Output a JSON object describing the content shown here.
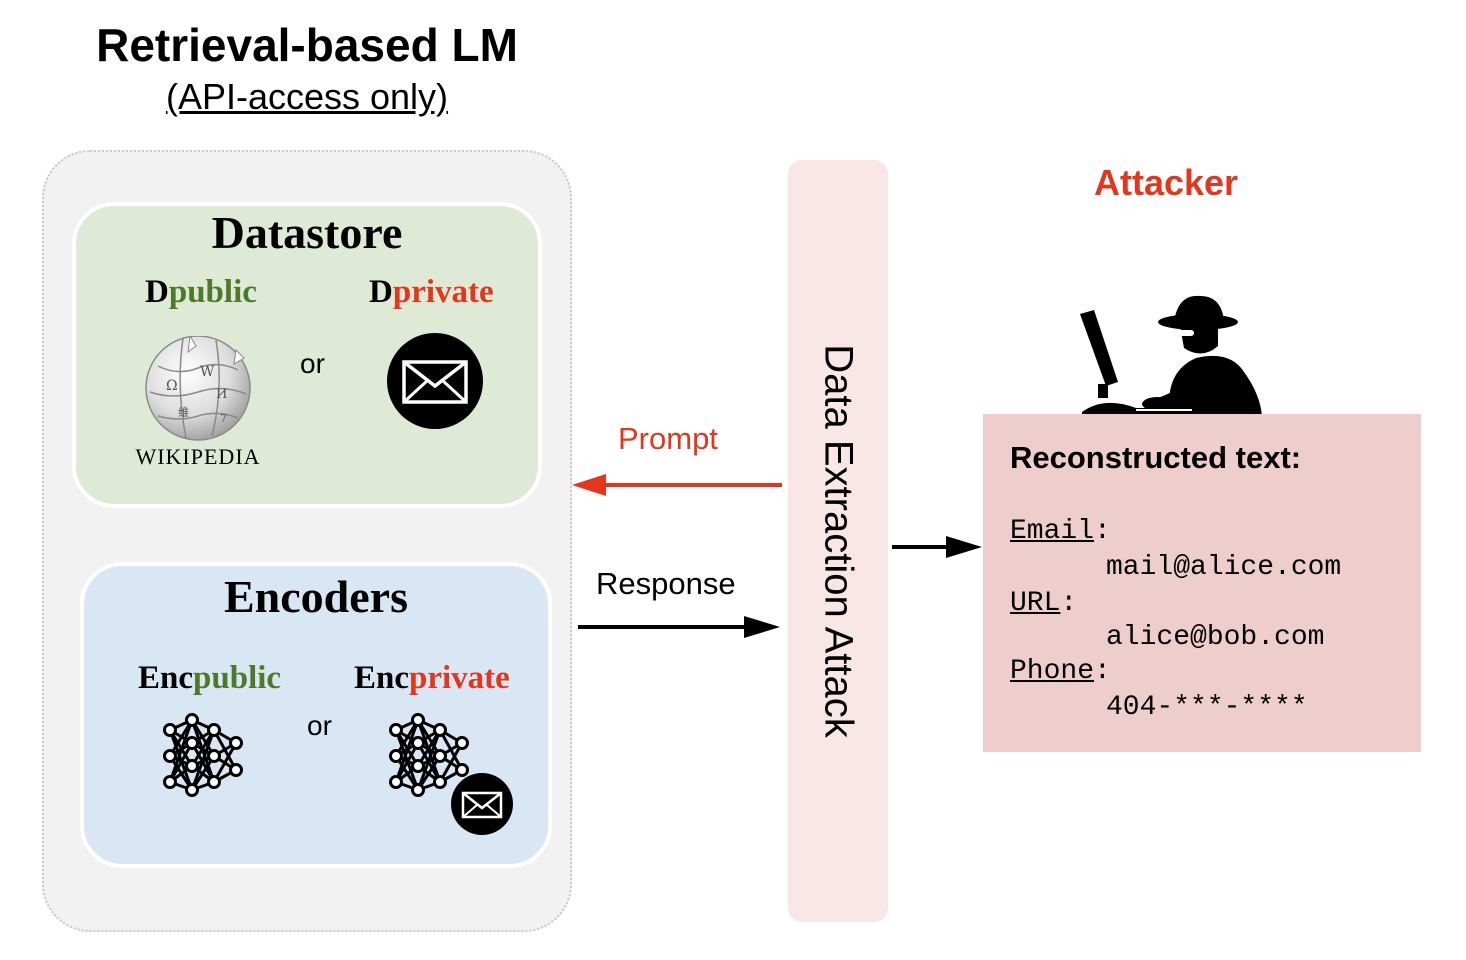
{
  "header": {
    "title": "Retrieval-based LM",
    "subtitle": "(API-access only)"
  },
  "datastore": {
    "title": "Datastore",
    "public": {
      "prefix": "D",
      "suffix": "public"
    },
    "private": {
      "prefix": "D",
      "suffix": "private"
    },
    "or": "or",
    "wikipedia_caption": "WIKIPEDIA"
  },
  "encoders": {
    "title": "Encoders",
    "public": {
      "prefix": "Enc",
      "suffix": "public"
    },
    "private": {
      "prefix": "Enc",
      "suffix": "private"
    },
    "or": "or"
  },
  "arrows": {
    "prompt": "Prompt",
    "response": "Response"
  },
  "attack": {
    "label": "Data Extraction Attack"
  },
  "attacker": {
    "title": "Attacker",
    "reconstructed": {
      "title": "Reconstructed text:",
      "email_label": "Email",
      "email_value": "mail@alice.com",
      "url_label": "URL",
      "url_value": "alice@bob.com",
      "phone_label": "Phone",
      "phone_value": "404-***-****"
    }
  },
  "colors": {
    "public_green": "#4b7a2a",
    "private_red": "#e2371c",
    "datastore_bg": "#dee9d6",
    "encoders_bg": "#d9e6f4",
    "attack_bg": "#f9e6e6",
    "reconstructed_bg": "#eecdcd"
  },
  "icons": [
    "wikipedia-globe-icon",
    "envelope-icon",
    "neural-network-icon",
    "hacker-at-computer-icon"
  ]
}
